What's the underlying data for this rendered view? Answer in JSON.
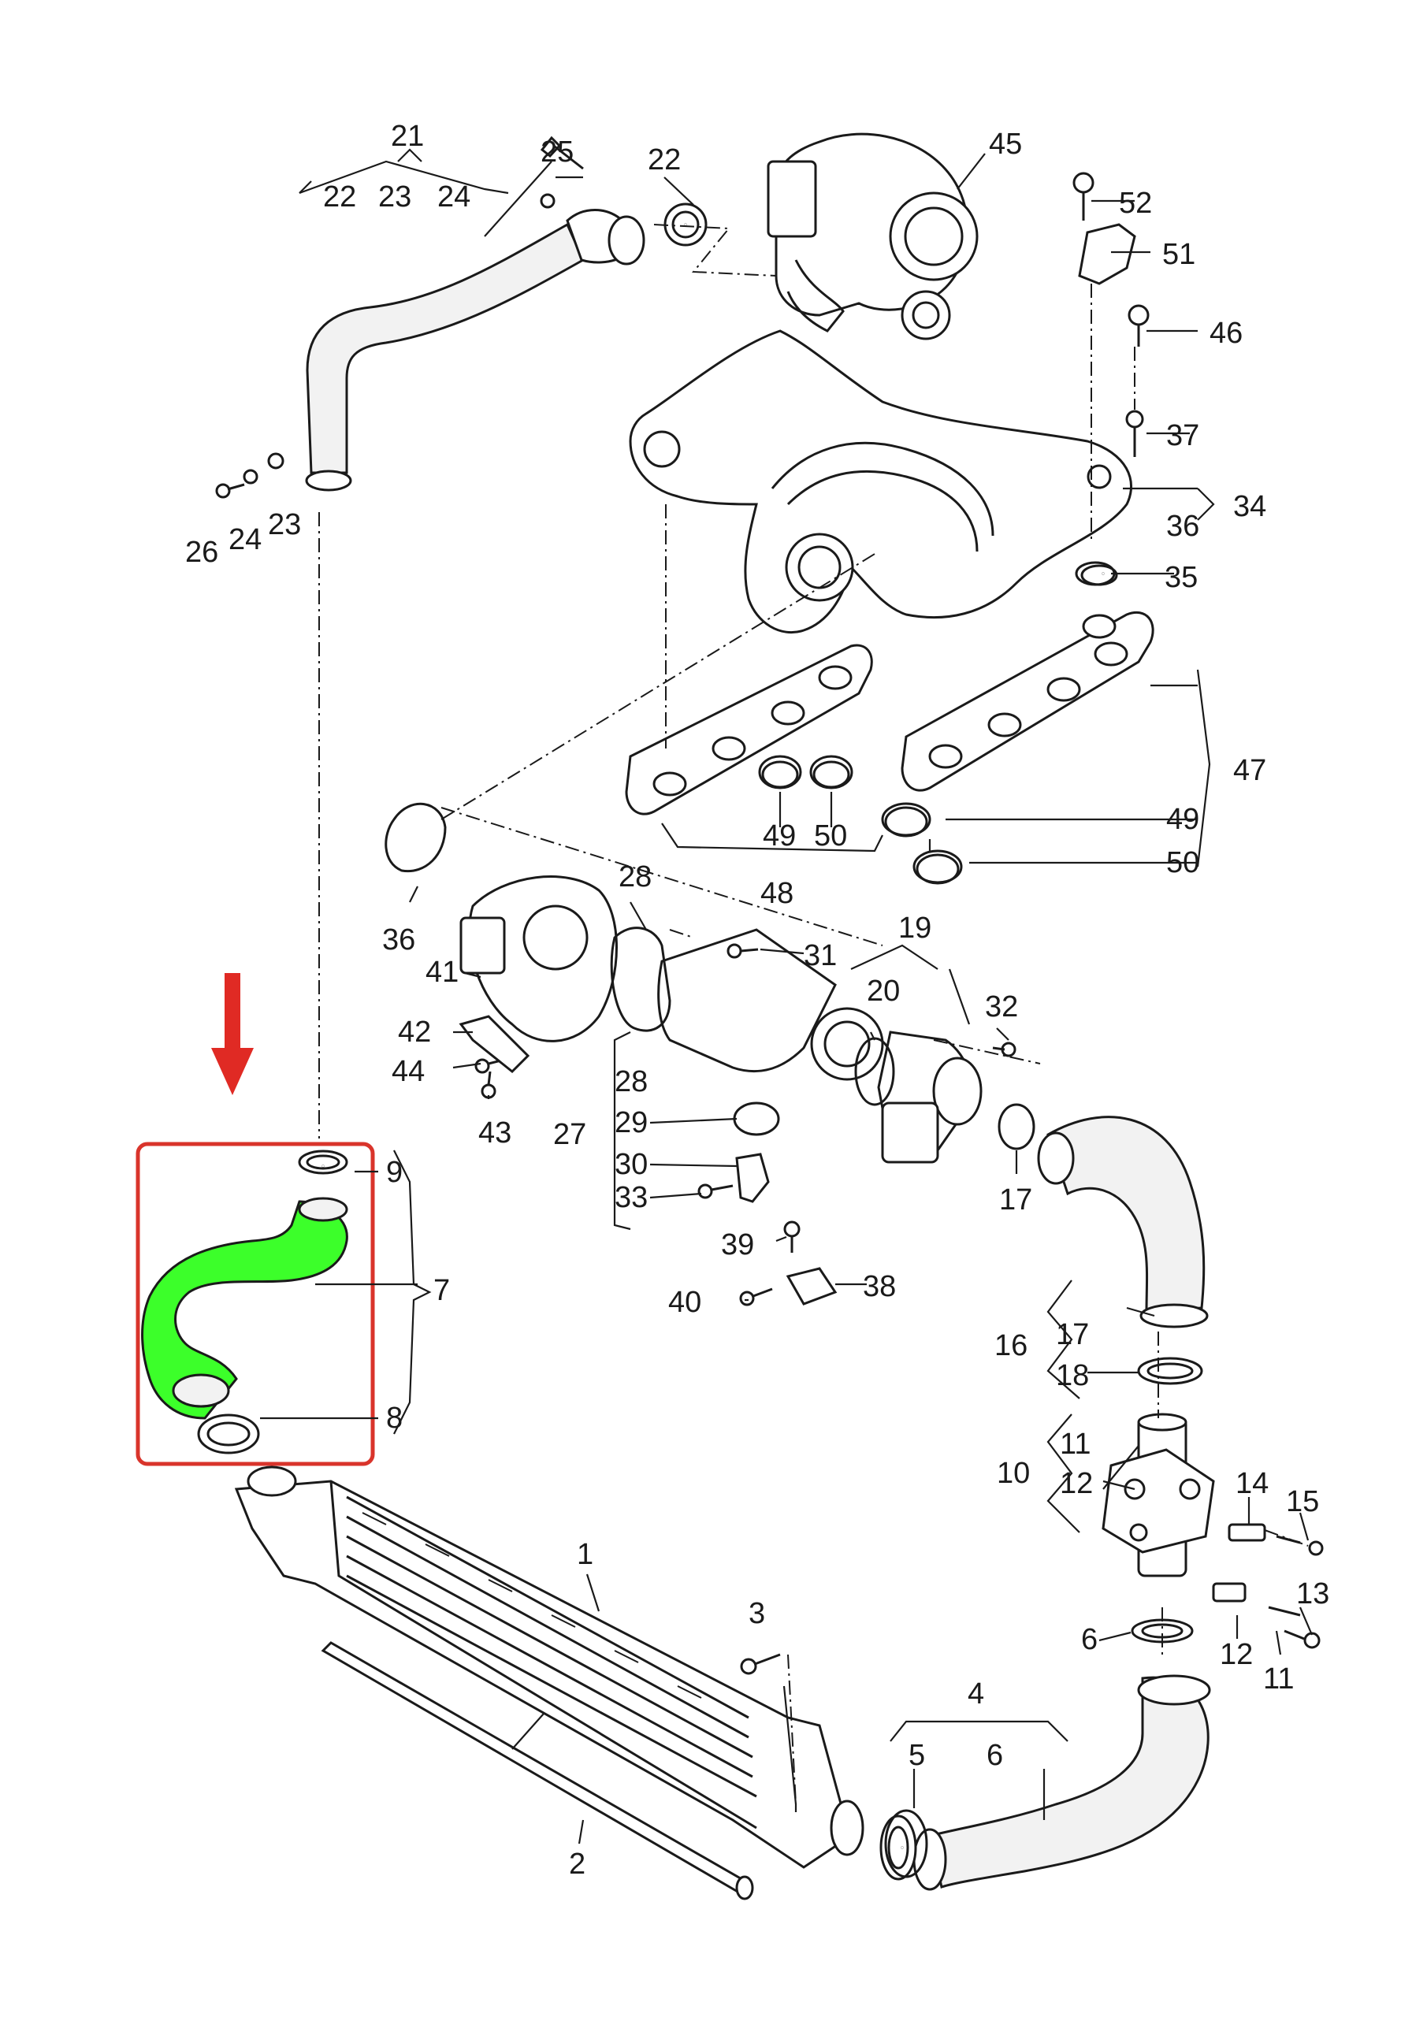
{
  "colors": {
    "highlight_box": "#d9342b",
    "highlight_part": "#3cff2a",
    "arrow": "#e02a24",
    "line": "#1a1a1a",
    "background": "#ffffff"
  },
  "labels": {
    "l1": "1",
    "l2": "2",
    "l3": "3",
    "l4": "4",
    "l5": "5",
    "l6a": "6",
    "l6b": "6",
    "l7": "7",
    "l8": "8",
    "l9": "9",
    "l10": "10",
    "l11a": "11",
    "l11b": "11",
    "l12a": "12",
    "l12b": "12",
    "l13": "13",
    "l14": "14",
    "l15": "15",
    "l16": "16",
    "l17a": "17",
    "l17b": "17",
    "l18": "18",
    "l19": "19",
    "l20": "20",
    "l21": "21",
    "l22a": "22",
    "l22b": "22",
    "l23a": "23",
    "l23b": "23",
    "l24a": "24",
    "l24b": "24",
    "l25": "25",
    "l26": "26",
    "l27": "27",
    "l28a": "28",
    "l28b": "28",
    "l29": "29",
    "l30": "30",
    "l31": "31",
    "l32": "32",
    "l33": "33",
    "l34": "34",
    "l35": "35",
    "l36a": "36",
    "l36b": "36",
    "l37": "37",
    "l38": "38",
    "l39": "39",
    "l40": "40",
    "l41": "41",
    "l42": "42",
    "l43": "43",
    "l44": "44",
    "l45": "45",
    "l46": "46",
    "l47": "47",
    "l48": "48",
    "l49a": "49",
    "l49b": "49",
    "l50a": "50",
    "l50b": "50",
    "l51": "51",
    "l52": "52"
  }
}
